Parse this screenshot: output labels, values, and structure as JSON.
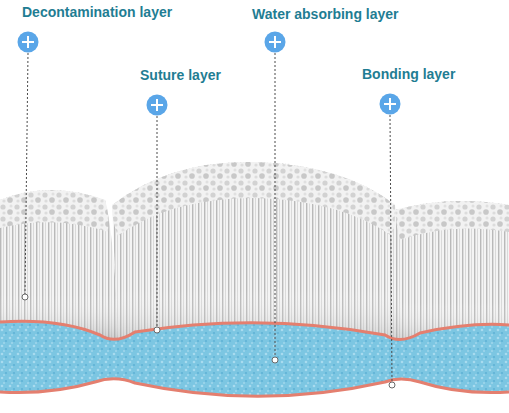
{
  "diagram": {
    "labels": [
      "Decontamination layer",
      "Suture layer",
      "Water absorbing layer",
      "Bonding layer"
    ]
  }
}
